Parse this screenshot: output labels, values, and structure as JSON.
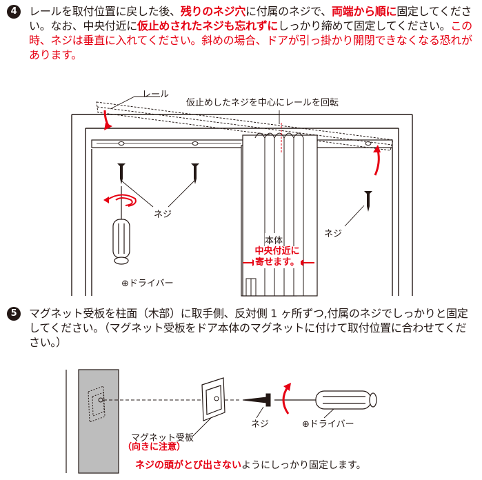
{
  "step4": {
    "number": "4",
    "segments": [
      {
        "text": "レールを取付位置に戻した後、",
        "style": ""
      },
      {
        "text": "残りのネジ穴",
        "style": "red bold"
      },
      {
        "text": "に付属のネジで、",
        "style": ""
      },
      {
        "text": "両端から順に",
        "style": "red bold"
      },
      {
        "text": "固定してください。なお、中央付近に",
        "style": ""
      },
      {
        "text": "仮止めされたネジも忘れずに",
        "style": "red bold"
      },
      {
        "text": "しっかり締めて固定してください。",
        "style": ""
      },
      {
        "text": "この時、ネジは垂直に入れてください。斜めの場合、ドアが引っ掛かり開閉できなくなる恐れがあります。",
        "style": "red"
      }
    ],
    "figure": {
      "rail_label": "レール",
      "rotate_label": "仮止めしたネジを中心にレールを回転",
      "screw_label_left": "ネジ",
      "screw_label_right": "ネジ",
      "body_label": "本体",
      "center_label_line1": "中央付近に",
      "center_label_line2": "寄せます。",
      "driver_label": "⊕ドライバー"
    }
  },
  "step5": {
    "number": "5",
    "text": "マグネット受板を柱面（木部）に取手側、反対側 1 ヶ所ずつ,付属のネジでしっかりと固定してください。（マグネット受板をドア本体のマグネットに付けて取付位置に合わせてください。）",
    "figure": {
      "plate_label": "マグネット受板",
      "plate_note": "（向きに注意）",
      "screw_label": "ネジ",
      "driver_label": "⊕ドライバー",
      "footer_bold": "ネジの頭がとび出さない",
      "footer_rest": "ようにしっかり固定します。"
    }
  },
  "colors": {
    "accent_red": "#e60012",
    "ink": "#231815",
    "gray_panel": "#bdbdbd"
  }
}
